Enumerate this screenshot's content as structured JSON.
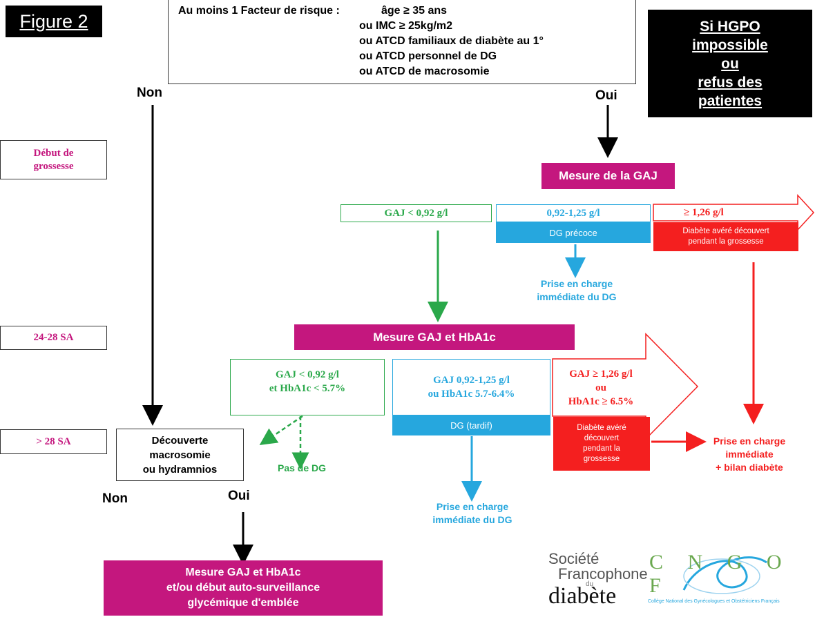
{
  "figure_label": "Figure 2",
  "risk_factors": {
    "intro": "Au moins 1 Facteur de risque :",
    "items": [
      "âge ≥ 35 ans",
      "ou  IMC ≥ 25kg/m2",
      "ou  ATCD familiaux de diabète au 1°",
      "ou  ATCD personnel de DG",
      "ou  ATCD de macrosomie"
    ]
  },
  "hgpo_box": [
    "Si HGPO",
    "impossible",
    "ou",
    "refus des",
    "patientes"
  ],
  "branch": {
    "non_top": "Non",
    "oui_top": "Oui",
    "non_bottom": "Non",
    "oui_bottom": "Oui"
  },
  "timeline": {
    "start": [
      "Début de",
      "grossesse"
    ],
    "mid": "24-28 SA",
    "late": "> 28 SA"
  },
  "early": {
    "measure": "Mesure de la GAJ",
    "normal": "GAJ < 0,92 g/l",
    "mid": "0,92-1,25 g/l",
    "mid_dx": "DG précoce",
    "high": "≥ 1,26 g/l",
    "high_dx": [
      "Diabète avéré découvert",
      "pendant la grossesse"
    ],
    "mid_action": [
      "Prise en charge",
      "immédiate du DG"
    ]
  },
  "mid_term": {
    "measure": "Mesure GAJ et HbA1c",
    "normal": [
      "GAJ < 0,92 g/l",
      "et HbA1c < 5.7%"
    ],
    "normal_result": "Pas de DG",
    "mid": [
      "GAJ 0,92-1,25 g/l",
      "ou HbA1c 5.7-6.4%"
    ],
    "mid_dx": "DG (tardif)",
    "mid_action": [
      "Prise en charge",
      "immédiate du DG"
    ],
    "high": [
      "GAJ ≥ 1,26 g/l",
      "ou",
      "HbA1c ≥ 6.5%"
    ],
    "high_dx": [
      "Diabète avéré",
      "découvert",
      "pendant la",
      "grossesse"
    ],
    "high_action": [
      "Prise en charge",
      "immédiate",
      "+ bilan diabète"
    ]
  },
  "late": {
    "discovery": [
      "Découverte",
      "macrosomie",
      "ou hydramnios"
    ],
    "final_measure": [
      "Mesure GAJ et HbA1c",
      "et/ou début auto-surveillance",
      "glycémique d'emblée"
    ]
  },
  "logos": {
    "sfd": [
      "Société",
      "Francophone",
      "du",
      "diabète"
    ],
    "cngof": "C N G O F",
    "cngof_sub": "Collège National des Gynécologues et Obstétriciens Français"
  },
  "colors": {
    "magenta": "#c4177e",
    "green": "#2aa84a",
    "blue": "#26a7de",
    "red": "#f41f1f"
  }
}
